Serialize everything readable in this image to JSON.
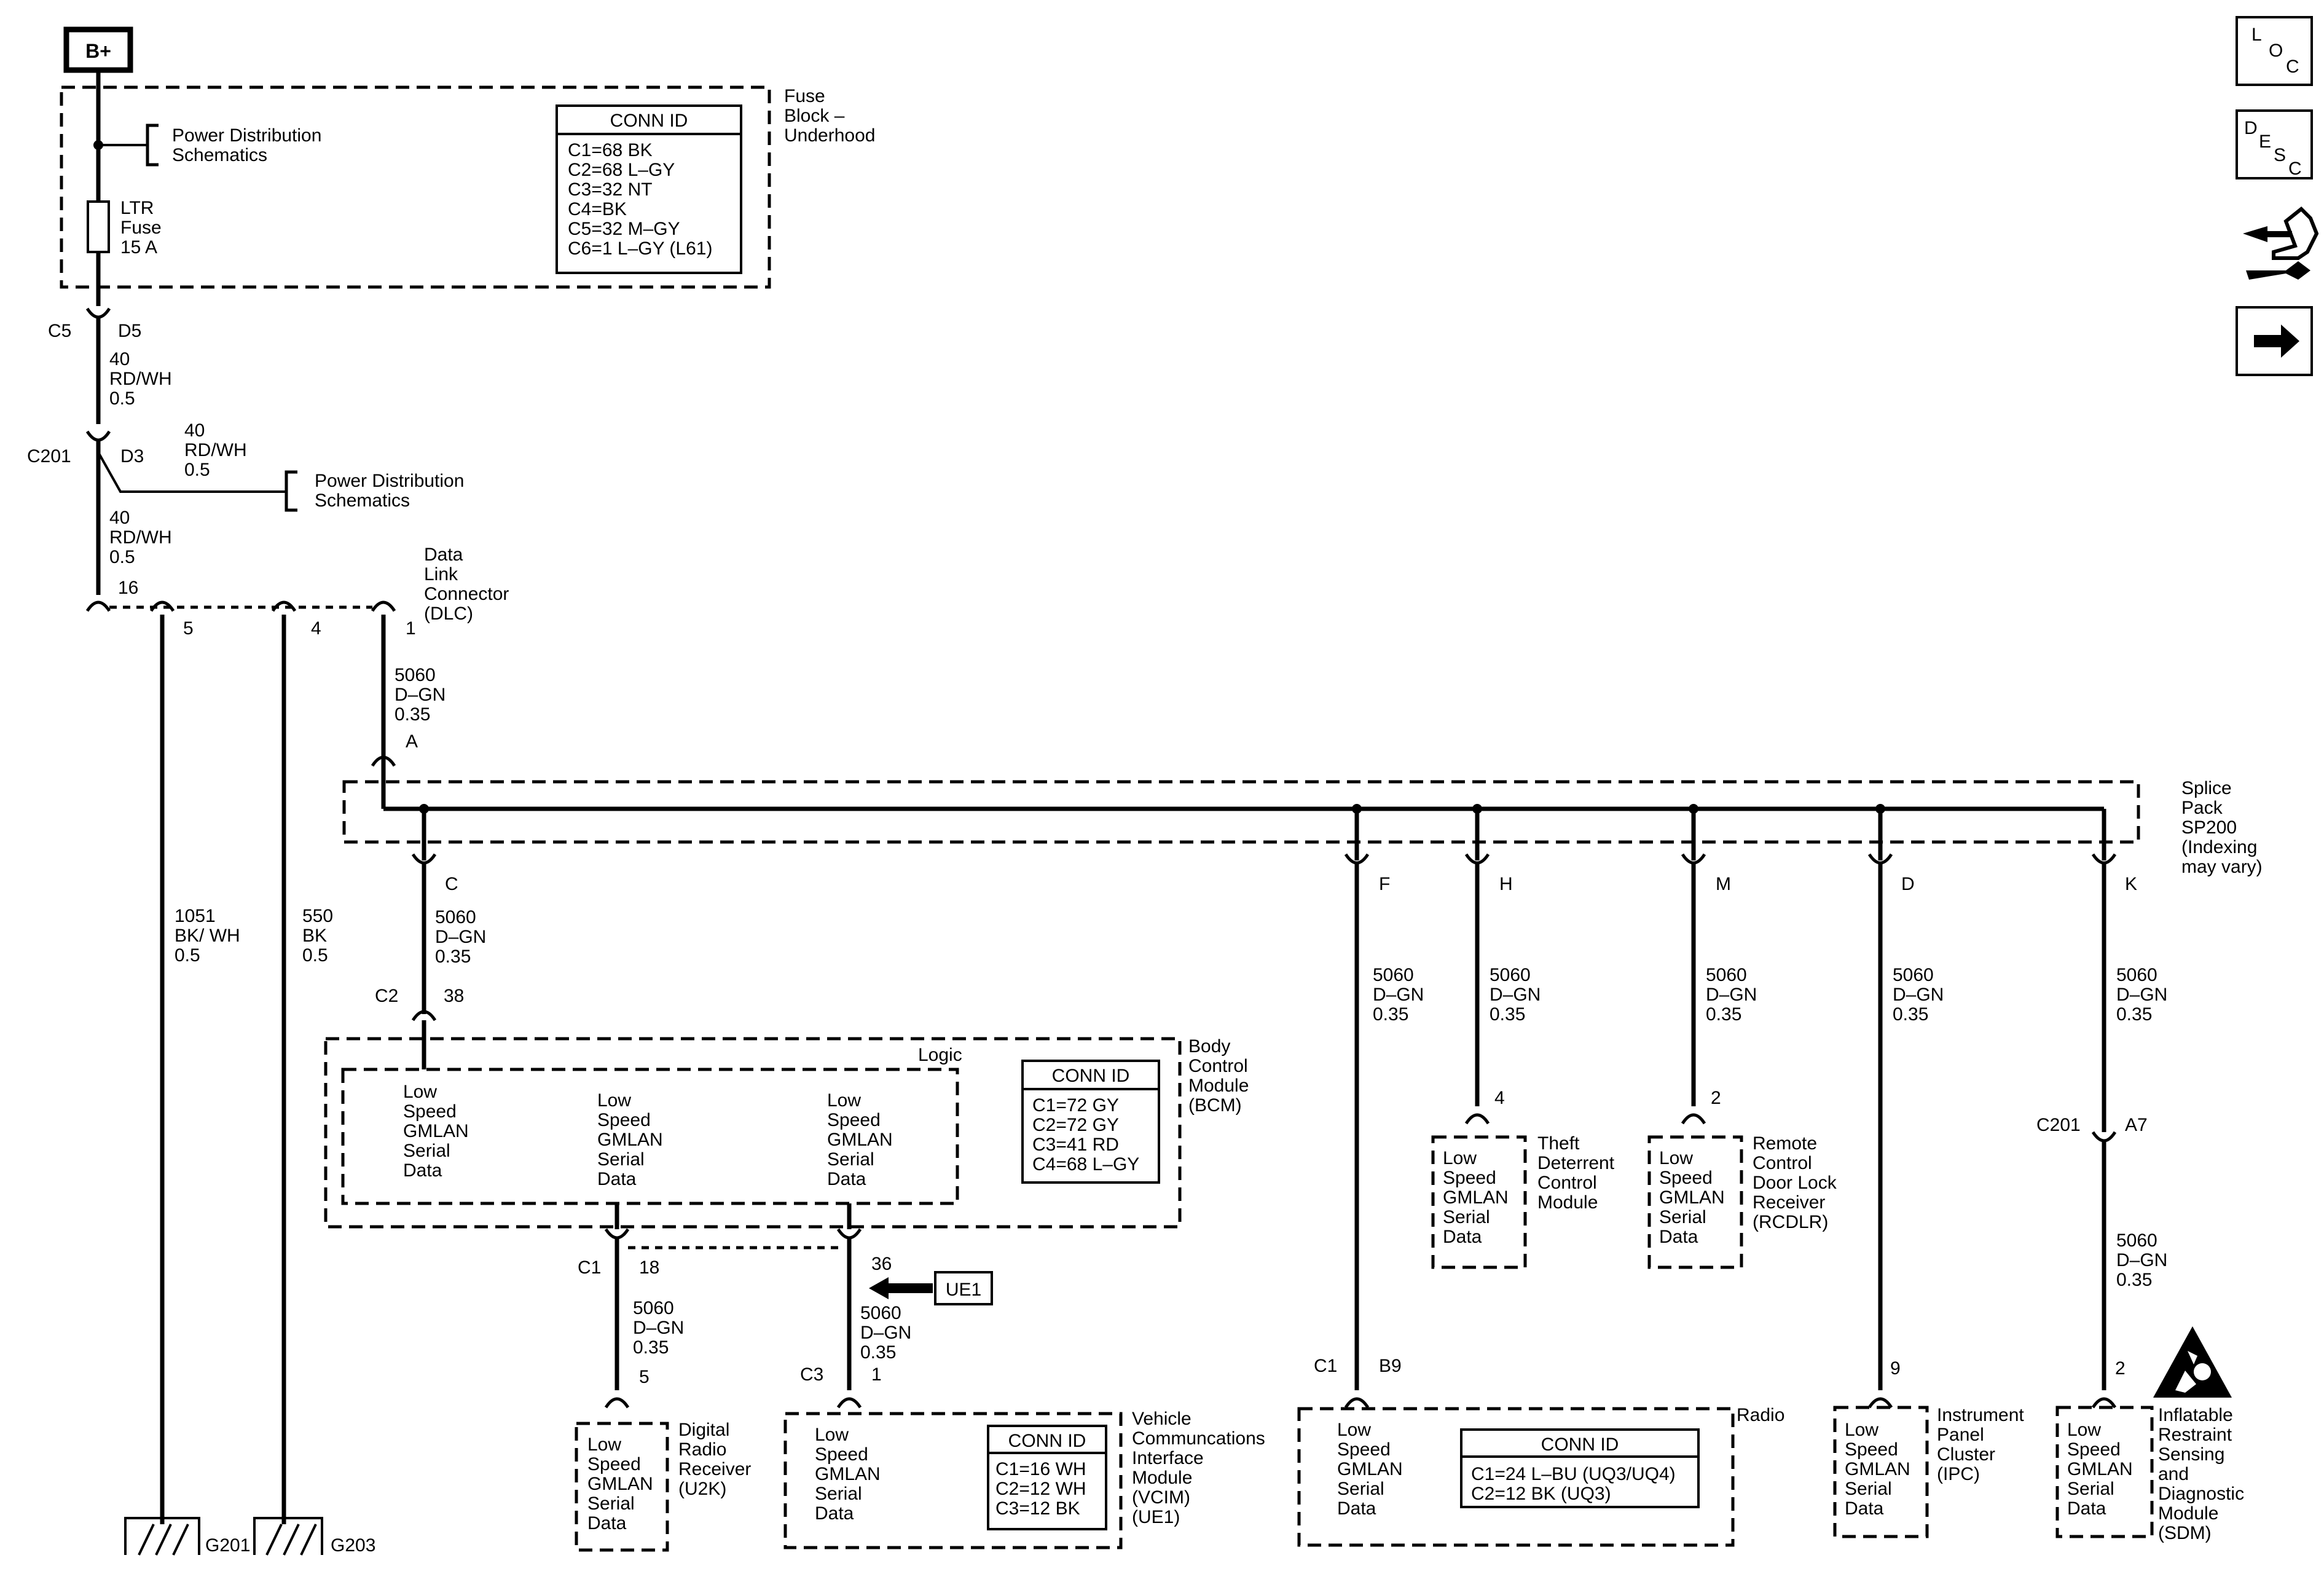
{
  "bplus": "B+",
  "side_icons": {
    "loc": [
      "L",
      "O",
      "C"
    ],
    "desc": [
      "D",
      "E",
      "S",
      "C"
    ]
  },
  "fuse_block": {
    "title": [
      "Fuse",
      "Block –",
      "Underhood"
    ],
    "power_dist_1": [
      "Power Distribution",
      "Schematics"
    ],
    "fuse": [
      "LTR",
      "Fuse",
      "15 A"
    ],
    "conn_id_title": "CONN ID",
    "conn_id_rows": [
      "C1=68 BK",
      "C2=68 L–GY",
      "C3=32 NT",
      "C4=BK",
      "C5=32 M–GY",
      "C6=1 L–GY (L61)"
    ]
  },
  "wires": {
    "c5": "C5",
    "d5": "D5",
    "w1": [
      "40",
      "RD/WH",
      "0.5"
    ],
    "c201": "C201",
    "d3": "D3",
    "w2": [
      "40",
      "RD/WH",
      "0.5"
    ],
    "power_dist_2": [
      "Power Distribution",
      "Schematics"
    ],
    "w3": [
      "40",
      "RD/WH",
      "0.5"
    ],
    "dlc_16": "16",
    "dlc_5": "5",
    "dlc_4": "4",
    "dlc_1": "1",
    "dlc_title": [
      "Data",
      "Link",
      "Connector",
      "(DLC)"
    ],
    "w_dlc": [
      "5060",
      "D–GN",
      "0.35"
    ],
    "splice_a": "A",
    "gnd1_wire": [
      "1051",
      "BK/ WH",
      "0.5"
    ],
    "gnd2_wire": [
      "550",
      "BK",
      "0.5"
    ],
    "g201": "G201",
    "g203": "G203"
  },
  "splice": {
    "title": [
      "Splice",
      "Pack",
      "SP200",
      "(Indexing",
      "may vary)"
    ],
    "pins": [
      "C",
      "F",
      "H",
      "M",
      "D",
      "K"
    ]
  },
  "bcm": {
    "wire": [
      "5060",
      "D–GN",
      "0.35"
    ],
    "c2": "C2",
    "pin38": "38",
    "logic": "Logic",
    "title": [
      "Body",
      "Control",
      "Module",
      "(BCM)"
    ],
    "data_text": [
      "Low",
      "Speed",
      "GMLAN",
      "Serial",
      "Data"
    ],
    "conn_id_title": "CONN ID",
    "conn_id_rows": [
      "C1=72 GY",
      "C2=72 GY",
      "C3=41 RD",
      "C4=68 L–GY"
    ],
    "c1": "C1",
    "pin18": "18",
    "pin36": "36"
  },
  "ue1": "UE1",
  "drr": {
    "wire": [
      "5060",
      "D–GN",
      "0.35"
    ],
    "pin": "5",
    "title": [
      "Digital",
      "Radio",
      "Receiver",
      "(U2K)"
    ],
    "data_text": [
      "Low",
      "Speed",
      "GMLAN",
      "Serial",
      "Data"
    ]
  },
  "vcim": {
    "wire": [
      "5060",
      "D–GN",
      "0.35"
    ],
    "c3": "C3",
    "pin": "1",
    "title": [
      "Vehicle",
      "Communcations",
      "Interface",
      "Module",
      "(VCIM)",
      "(UE1)"
    ],
    "data_text": [
      "Low",
      "Speed",
      "GMLAN",
      "Serial",
      "Data"
    ],
    "conn_id_title": "CONN ID",
    "conn_id_rows": [
      "C1=16 WH",
      "C2=12 WH",
      "C3=12 BK"
    ]
  },
  "radio": {
    "wire": [
      "5060",
      "D–GN",
      "0.35"
    ],
    "c1": "C1",
    "pin": "B9",
    "title": "Radio",
    "data_text": [
      "Low",
      "Speed",
      "GMLAN",
      "Serial",
      "Data"
    ],
    "conn_id_title": "CONN ID",
    "conn_id_rows": [
      "C1=24 L–BU (UQ3/UQ4)",
      "C2=12 BK (UQ3)"
    ]
  },
  "tdcm": {
    "wire": [
      "5060",
      "D–GN",
      "0.35"
    ],
    "pin": "4",
    "title": [
      "Theft",
      "Deterrent",
      "Control",
      "Module"
    ],
    "data_text": [
      "Low",
      "Speed",
      "GMLAN",
      "Serial",
      "Data"
    ]
  },
  "rcdlr": {
    "wire": [
      "5060",
      "D–GN",
      "0.35"
    ],
    "pin": "2",
    "title": [
      "Remote",
      "Control",
      "Door Lock",
      "Receiver",
      "(RCDLR)"
    ],
    "data_text": [
      "Low",
      "Speed",
      "GMLAN",
      "Serial",
      "Data"
    ]
  },
  "ipc": {
    "wire": [
      "5060",
      "D–GN",
      "0.35"
    ],
    "pin": "9",
    "title": [
      "Instrument",
      "Panel",
      "Cluster",
      "(IPC)"
    ],
    "data_text": [
      "Low",
      "Speed",
      "GMLAN",
      "Serial",
      "Data"
    ]
  },
  "sdm": {
    "wire1": [
      "5060",
      "D–GN",
      "0.35"
    ],
    "c201": "C201",
    "a7": "A7",
    "wire2": [
      "5060",
      "D–GN",
      "0.35"
    ],
    "pin": "2",
    "title": [
      "Inflatable",
      "Restraint",
      "Sensing",
      "and",
      "Diagnostic",
      "Module",
      "(SDM)"
    ],
    "data_text": [
      "Low",
      "Speed",
      "GMLAN",
      "Serial",
      "Data"
    ]
  }
}
